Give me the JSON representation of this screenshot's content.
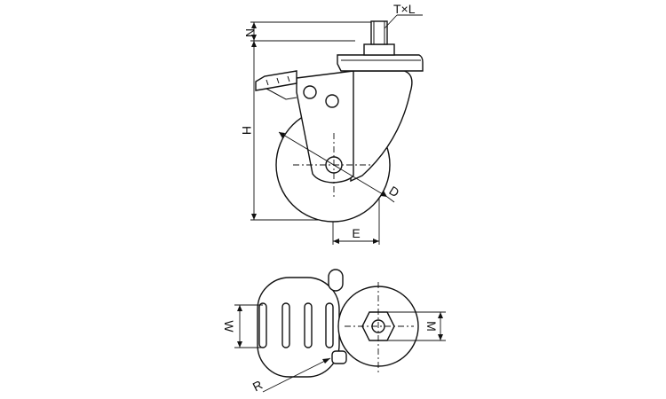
{
  "labels": {
    "thread": "T×L",
    "n": "N",
    "h": "H",
    "d": "D",
    "e": "E",
    "w": "W",
    "m": "M",
    "r": "R"
  }
}
